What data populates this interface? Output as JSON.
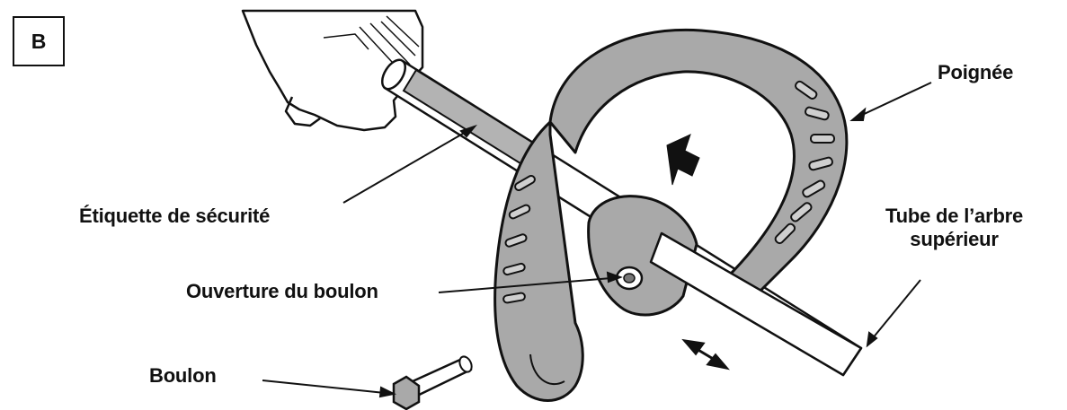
{
  "figure": {
    "badge": "B",
    "labels": {
      "handle": "Poignée",
      "safety_label": "Étiquette de sécurité",
      "shaft_tube_line1": "Tube de l’arbre",
      "shaft_tube_line2": "supérieur",
      "bolt_opening": "Ouverture du boulon",
      "bolt": "Boulon"
    }
  },
  "colors": {
    "ink": "#111111",
    "handle_fill": "#a9a9a9",
    "shaft_fill": "#ffffff",
    "label_band": "#b3b3b3"
  }
}
